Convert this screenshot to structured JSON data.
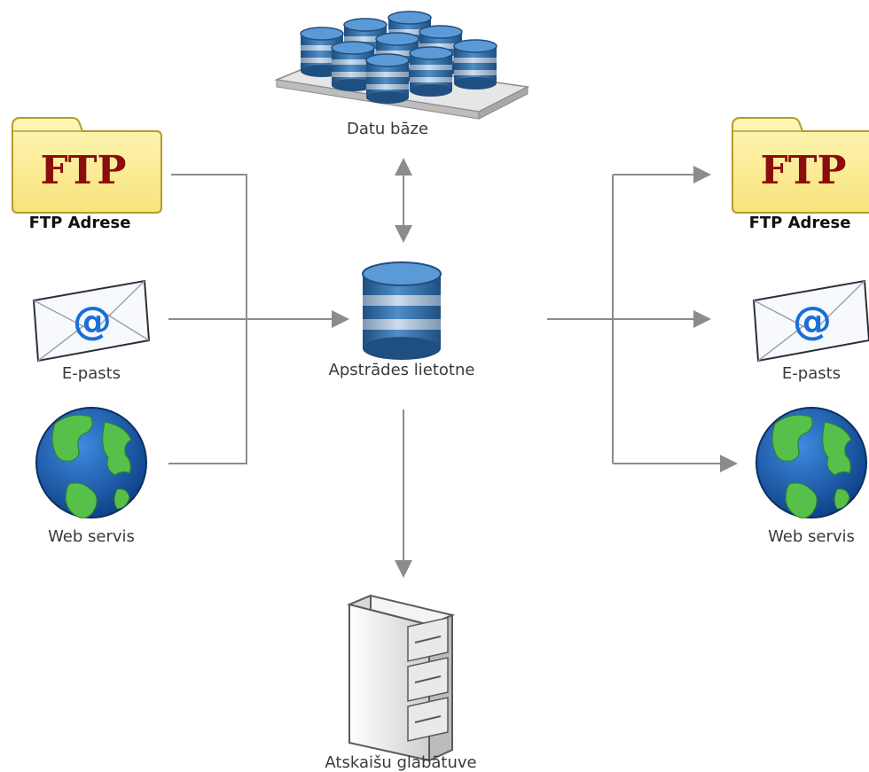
{
  "colors": {
    "connector": "#8c8c8c",
    "folder_fill": "#fbef9c",
    "ftp_text": "#8b0d0d",
    "at_symbol": "#1b6fd6",
    "database_blue": "#2e6ca6",
    "database_band": "#9fb6cf",
    "globe_ocean": "#1a5fb4",
    "globe_land": "#56c04a",
    "server_gray": "#e4e4e4"
  },
  "diagram": {
    "database": {
      "label": "Datu bāze",
      "icon": "database-cluster-icon"
    },
    "app": {
      "label": "Apstrādes lietotne",
      "icon": "database-cylinder-icon"
    },
    "storage": {
      "label": "Atskaišu glabātuve",
      "icon": "file-cabinet-server-icon"
    },
    "sources": [
      {
        "label": "FTP Adrese",
        "icon": "ftp-folder-icon",
        "icon_text": "FTP"
      },
      {
        "label": "E-pasts",
        "icon": "email-envelope-icon",
        "icon_text": "@"
      },
      {
        "label": "Web servis",
        "icon": "globe-icon"
      }
    ],
    "targets": [
      {
        "label": "FTP Adrese",
        "icon": "ftp-folder-icon",
        "icon_text": "FTP"
      },
      {
        "label": "E-pasts",
        "icon": "email-envelope-icon",
        "icon_text": "@"
      },
      {
        "label": "Web servis",
        "icon": "globe-icon"
      }
    ]
  }
}
